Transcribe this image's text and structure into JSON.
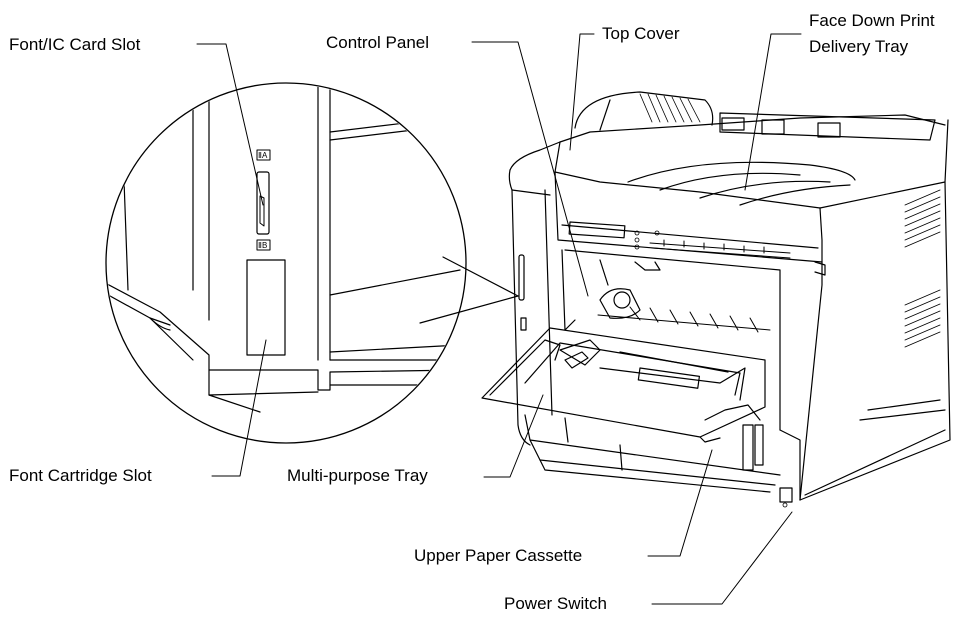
{
  "labels": {
    "font_ic_card_slot": "Font/IC Card Slot",
    "control_panel": "Control Panel",
    "top_cover": "Top Cover",
    "face_down_line1": "Face Down Print",
    "face_down_line2": "Delivery Tray",
    "font_cartridge_slot": "Font Cartridge Slot",
    "multi_purpose_tray": "Multi-purpose Tray",
    "upper_paper_cassette": "Upper Paper Cassette",
    "power_switch": "Power Switch",
    "slot_mark_a": "ⅡA",
    "slot_mark_b": "ⅡB"
  },
  "colors": {
    "line": "#000000",
    "background": "#ffffff"
  }
}
